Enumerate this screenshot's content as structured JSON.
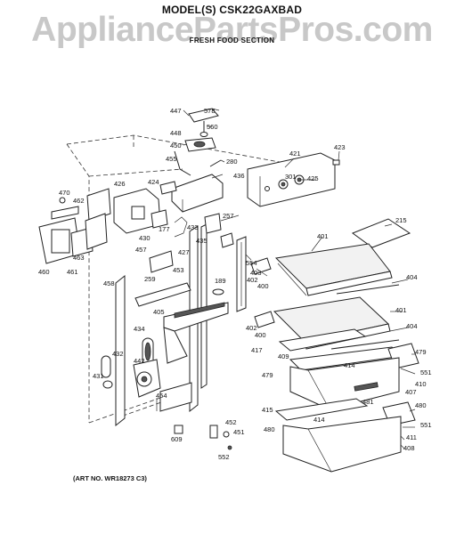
{
  "header": {
    "model": "MODEL(S) CSK22GAXBAD",
    "watermark": "AppliancePartsPros.com",
    "section": "FRESH FOOD SECTION"
  },
  "footer": {
    "art_no": "(ART NO. WR18273 C3)"
  },
  "callouts": [
    "447",
    "578",
    "560",
    "448",
    "450",
    "455",
    "280",
    "421",
    "423",
    "470",
    "426",
    "424",
    "436",
    "301",
    "425",
    "462",
    "257",
    "215",
    "177",
    "433",
    "430",
    "435",
    "401",
    "460",
    "461",
    "463",
    "427",
    "457",
    "554",
    "453",
    "403",
    "402",
    "400",
    "404",
    "458",
    "259",
    "189",
    "405",
    "434",
    "402",
    "400",
    "401",
    "404",
    "417",
    "409",
    "479",
    "414",
    "551",
    "432",
    "442",
    "479",
    "410",
    "407",
    "431",
    "481",
    "454",
    "415",
    "414",
    "480",
    "452",
    "451",
    "551",
    "609",
    "480",
    "411",
    "552",
    "408"
  ]
}
